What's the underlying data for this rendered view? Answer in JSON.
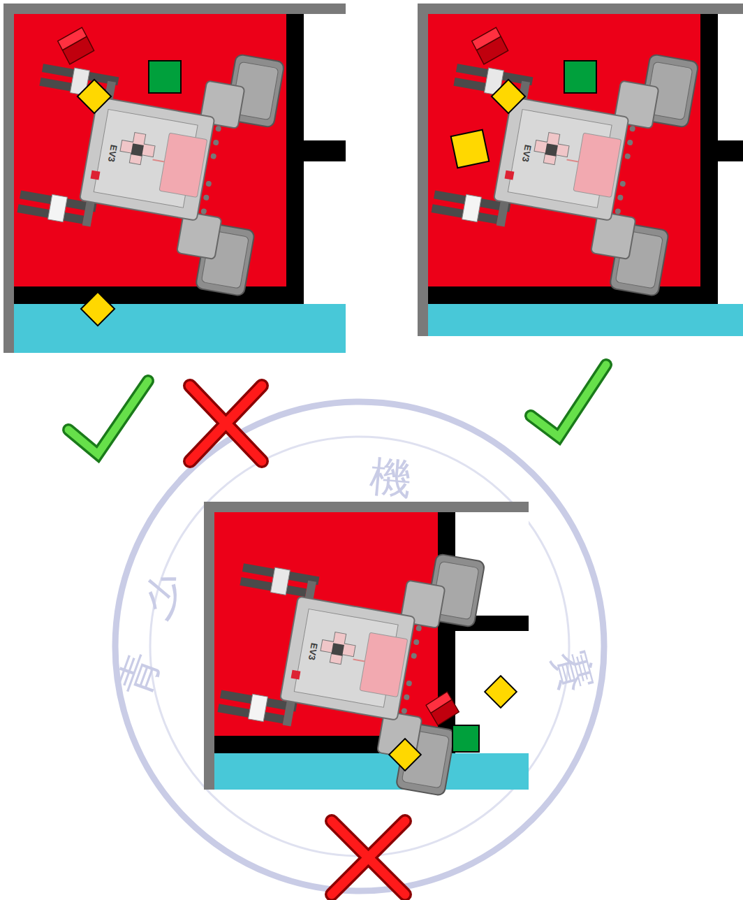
{
  "diagram": {
    "labels": [
      "EV3",
      "EV3",
      "EV3",
      "青",
      "少",
      "機",
      "賽"
    ]
  }
}
